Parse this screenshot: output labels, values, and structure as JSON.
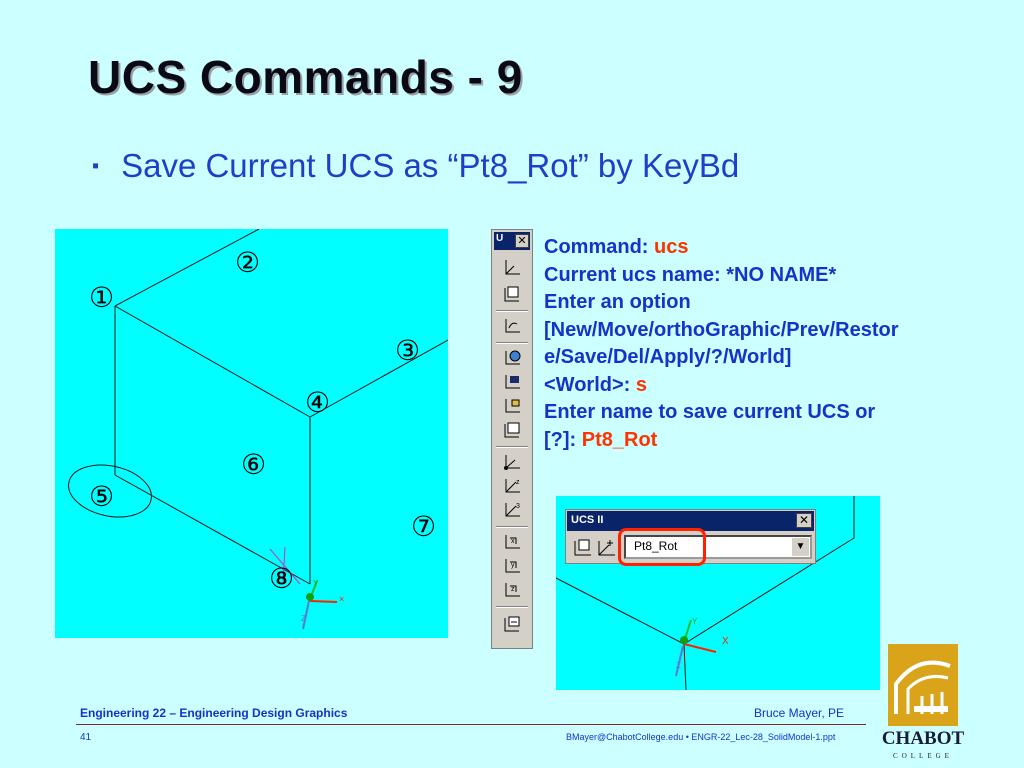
{
  "slide": {
    "title": "UCS Commands - 9",
    "bullet": "Save Current UCS as “Pt8_Rot” by KeyBd",
    "bullet_glyph": "▪"
  },
  "markers": [
    "①",
    "②",
    "③",
    "④",
    "⑤",
    "⑥",
    "⑦",
    "⑧"
  ],
  "toolbar": {
    "title": "U",
    "close": "✕"
  },
  "command": {
    "line1_label": "Command: ",
    "line1_value": "ucs",
    "line2": "Current ucs name:  *NO NAME*",
    "line3": "Enter an option",
    "line4": "[New/Move/orthoGraphic/Prev/Restor",
    "line5": "e/Save/Del/Apply/?/World]",
    "line6_label": "<World>: ",
    "line6_value": "s",
    "line7": "Enter name to save current UCS or",
    "line8_label": "[?]: ",
    "line8_value": "Pt8_Rot"
  },
  "ucs2": {
    "title": "UCS II",
    "close": "✕",
    "selected": "Pt8_Rot",
    "arrow": "▼"
  },
  "axis_labels": {
    "y": "Y",
    "x": "X",
    "z": "Z"
  },
  "footer": {
    "course": "Engineering 22 – Engineering Design Graphics",
    "author": "Bruce Mayer, PE",
    "page": "41",
    "file": "BMayer@ChabotCollege.edu  • ENGR-22_Lec-28_SolidModel-1.ppt"
  },
  "logo": {
    "name": "CHABOT",
    "sub": "COLLEGE"
  },
  "colors": {
    "background": "#ccffff",
    "viewport": "#00ffff",
    "text_blue": "#1533c8",
    "text_red": "#ff3300",
    "highlight": "#ff2200"
  }
}
